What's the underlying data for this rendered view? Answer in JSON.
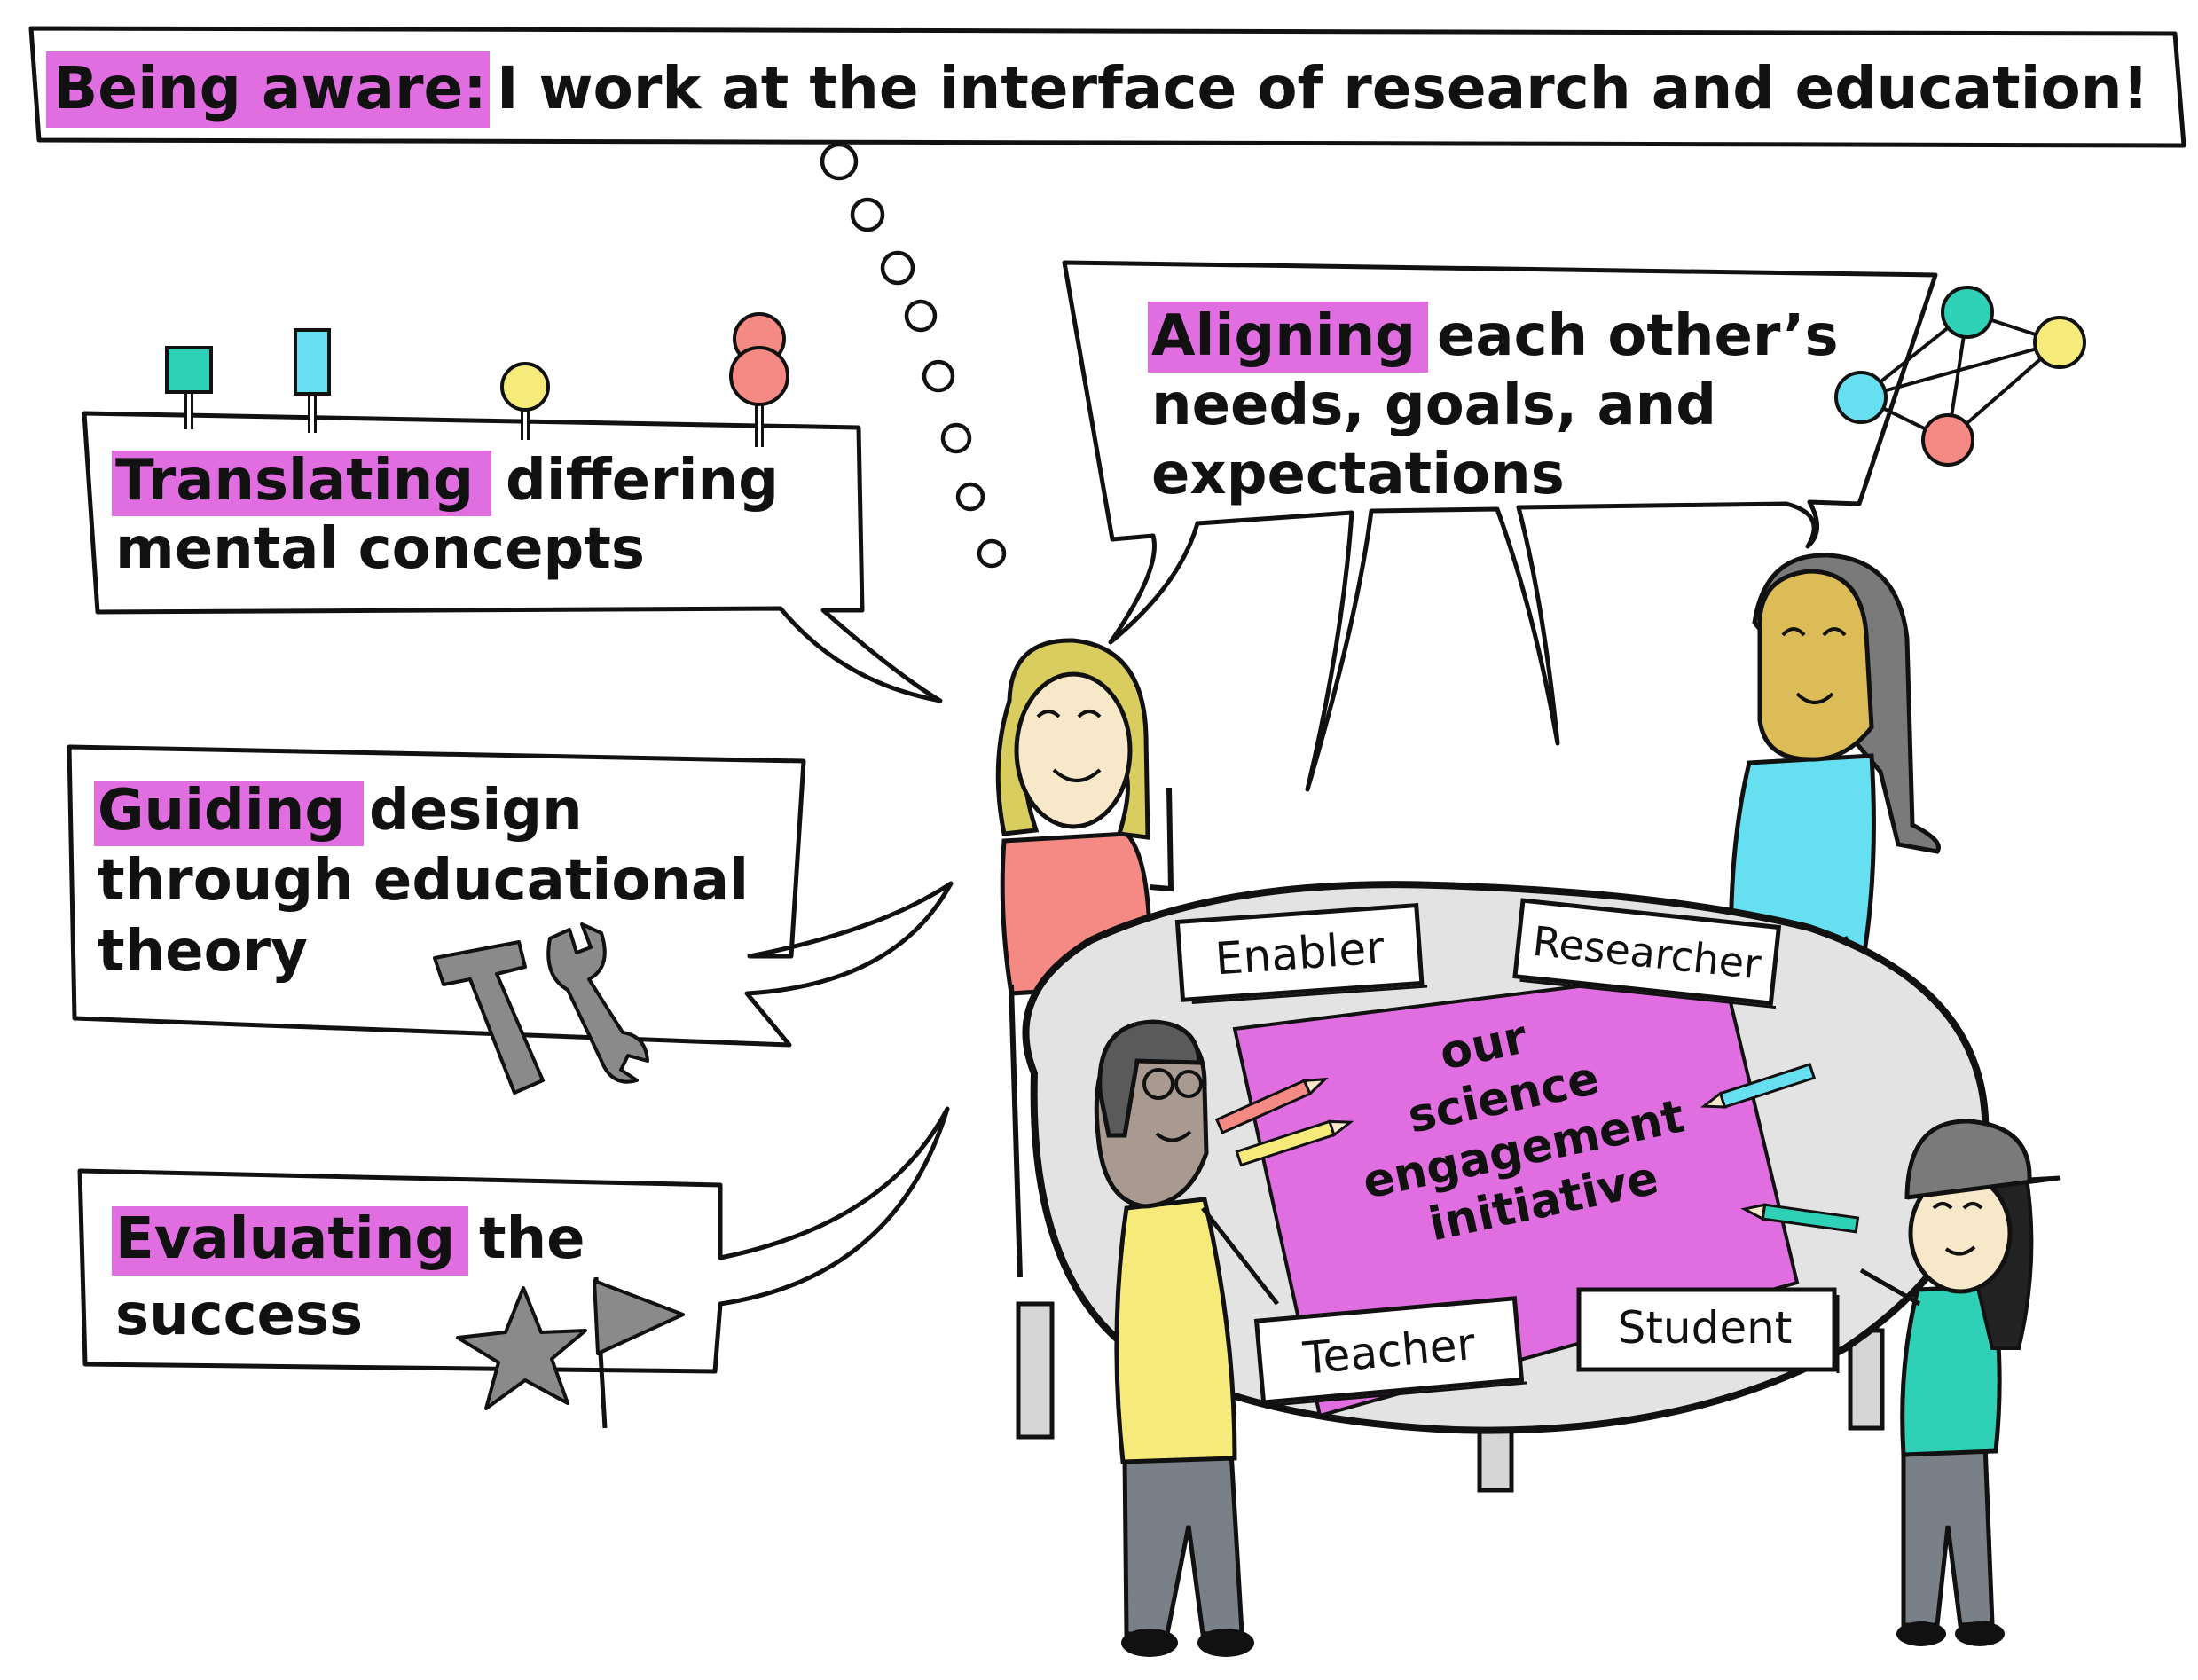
{
  "top": {
    "highlight": "Being aware:",
    "rest": "I work at the interface of  research and education!"
  },
  "translating": {
    "highlight": "Translating",
    "line1_rest": "differing",
    "line2": "mental concepts"
  },
  "guiding": {
    "highlight": "Guiding",
    "line1_rest": "design",
    "line2": "through educational",
    "line3": "theory"
  },
  "evaluating": {
    "highlight": "Evaluating",
    "line1_rest": "the",
    "line2": "success"
  },
  "aligning": {
    "highlight": "Aligning",
    "line1_rest": "each other’s",
    "line2": "needs, goals, and",
    "line3": "expectations"
  },
  "cards": {
    "enabler": "Enabler",
    "researcher": "Researcher",
    "teacher": "Teacher",
    "student": "Student"
  },
  "poster": {
    "line1": "our",
    "line2": "science",
    "line3": "engagement",
    "line4": "initiative"
  },
  "colors": {
    "highlight": "#e06ee0",
    "poster": "#e06ee0",
    "teal": "#2ed1b5",
    "sky": "#66e0f0",
    "yellow": "#f5ea7a",
    "coral": "#f58a84",
    "table": "#e3e3e3",
    "tool_gray": "#8a8a8a"
  }
}
